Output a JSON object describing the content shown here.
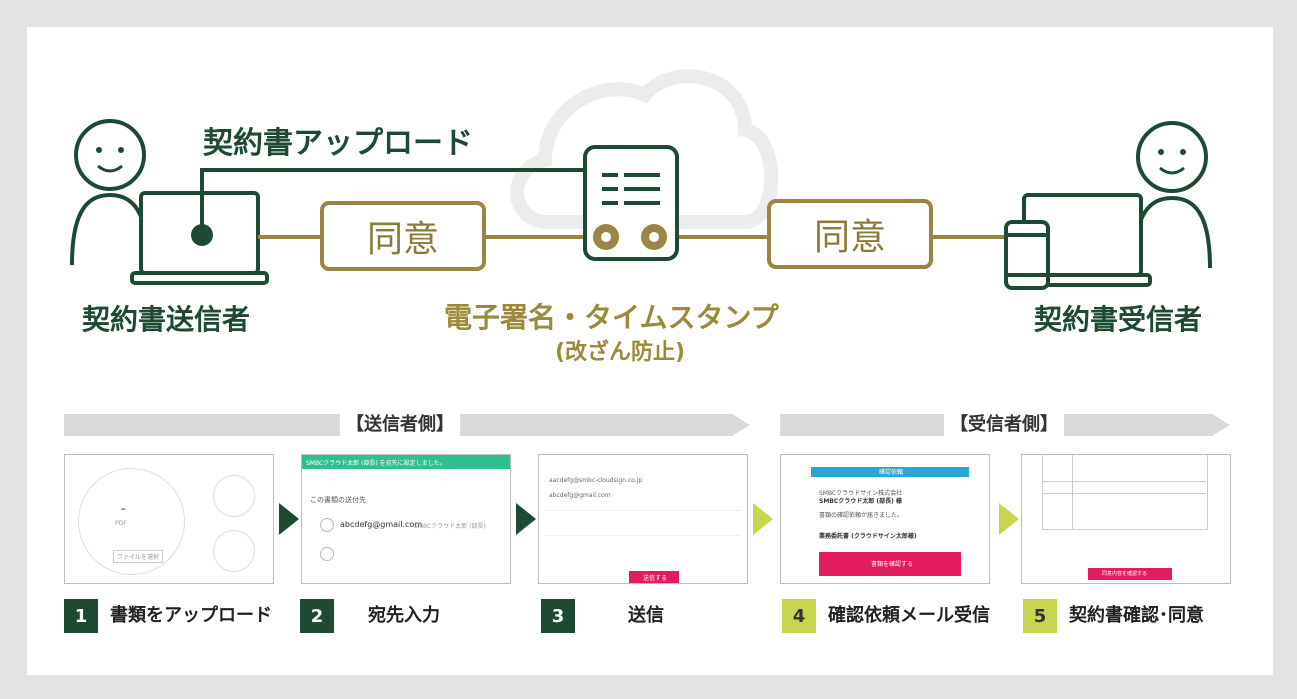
{
  "labels": {
    "upload": "契約書アップロード",
    "sender": "契約書送信者",
    "receiver": "契約書受信者",
    "agree_left": "同意",
    "agree_right": "同意",
    "signature": "電子署名・タイムスタンプ",
    "tamper": "(改ざん防止)"
  },
  "bands": {
    "sender_side": "【送信者側】",
    "receiver_side": "【受信者側】"
  },
  "steps": [
    {
      "num": "1",
      "label": "書類をアップロード"
    },
    {
      "num": "2",
      "label": "宛先入力"
    },
    {
      "num": "3",
      "label": "送信"
    },
    {
      "num": "4",
      "label": "確認依頼メール受信"
    },
    {
      "num": "5",
      "label": "契約書確認･同意"
    }
  ],
  "screens": {
    "s1": {
      "text": "PDF",
      "button": "ファイルを選択"
    },
    "s2": {
      "banner": "SMBCクラウド太郎 (部長) を宛先に設定しました。",
      "heading": "この書類の送付先",
      "email": "abcdefg@gmail.com",
      "name": "SMBCクラウド太郎 (部長)"
    },
    "s3": {
      "email1": "aacdefg@smbc-cloudsign.co.jp",
      "email2": "abcdefg@gmail.com",
      "button": "送信する"
    },
    "s4": {
      "header": "確認依頼",
      "company": "SMBCクラウドサイン株式会社",
      "person": "SMBCクラウド太郎 (部長) 様",
      "body": "書類の確認依頼が届きました。",
      "doc": "業務委託書 (クラウドサイン太郎様)",
      "button": "書類を確認する"
    },
    "s5": {
      "button": "同意内容を確認する"
    }
  },
  "colors": {
    "dark_green": "#1e4a33",
    "gold": "#9b8545",
    "light_green": "#c8d64e",
    "pink": "#e31b5f",
    "teal": "#2fc08f"
  }
}
